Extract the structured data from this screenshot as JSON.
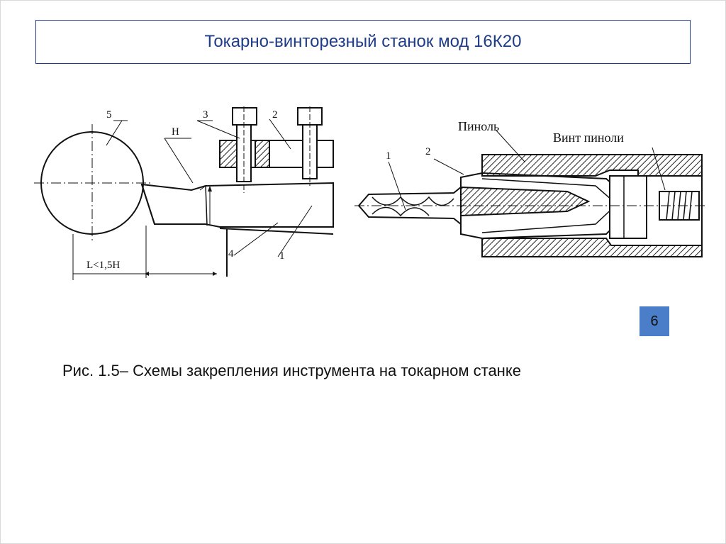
{
  "slide": {
    "title": "Токарно-винторезный станок мод 16К20",
    "page_number": "6",
    "caption": "Рис. 1.5– Схемы закрепления инструмента на токарном станке"
  },
  "left_figure": {
    "label_5": "5",
    "label_3": "3",
    "label_2": "2",
    "label_h": "H",
    "label_4": "4",
    "label_1": "1",
    "dimension": "L<1,5H"
  },
  "right_figure": {
    "label_1": "1",
    "label_2": "2",
    "quill": "Пиноль",
    "quill_screw": "Винт пиноли"
  },
  "colors": {
    "title": "#1f3c88",
    "badge": "#4a7ec9",
    "hatch": "#222222"
  }
}
